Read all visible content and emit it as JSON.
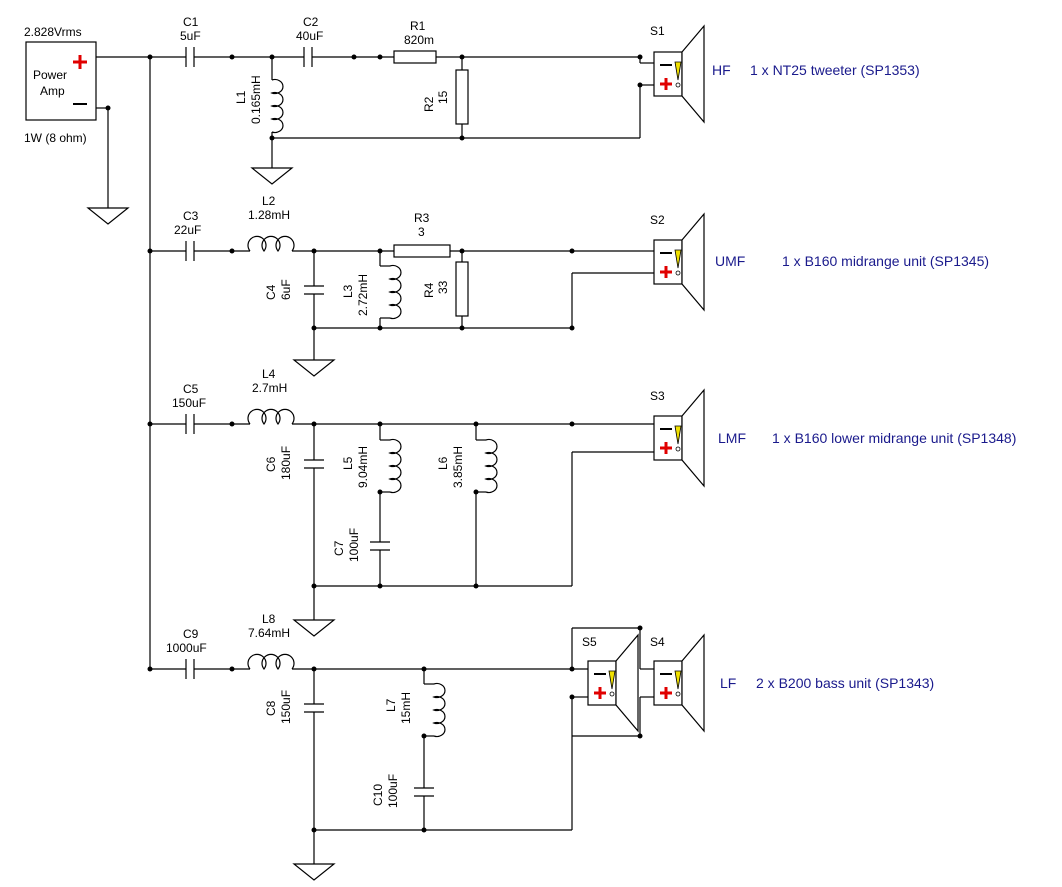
{
  "source": {
    "voltage": "2.828Vrms",
    "name_line1": "Power",
    "name_line2": "Amp",
    "plus": "+",
    "minus": "−",
    "power": "1W (8 ohm)"
  },
  "components": {
    "C1": {
      "ref": "C1",
      "value": "5uF"
    },
    "C2": {
      "ref": "C2",
      "value": "40uF"
    },
    "R1": {
      "ref": "R1",
      "value": "820m"
    },
    "L1": {
      "ref": "L1",
      "value": "0.165mH"
    },
    "R2": {
      "ref": "R2",
      "value": "15"
    },
    "C3": {
      "ref": "C3",
      "value": "22uF"
    },
    "L2": {
      "ref": "L2",
      "value": "1.28mH"
    },
    "R3": {
      "ref": "R3",
      "value": "3"
    },
    "C4": {
      "ref": "C4",
      "value": "6uF"
    },
    "L3": {
      "ref": "L3",
      "value": "2.72mH"
    },
    "R4": {
      "ref": "R4",
      "value": "33"
    },
    "C5": {
      "ref": "C5",
      "value": "150uF"
    },
    "L4": {
      "ref": "L4",
      "value": "2.7mH"
    },
    "C6": {
      "ref": "C6",
      "value": "180uF"
    },
    "L5": {
      "ref": "L5",
      "value": "9.04mH"
    },
    "L6": {
      "ref": "L6",
      "value": "3.85mH"
    },
    "C7": {
      "ref": "C7",
      "value": "100uF"
    },
    "C9": {
      "ref": "C9",
      "value": "1000uF"
    },
    "L8": {
      "ref": "L8",
      "value": "7.64mH"
    },
    "C8": {
      "ref": "C8",
      "value": "150uF"
    },
    "L7": {
      "ref": "L7",
      "value": "15mH"
    },
    "C10": {
      "ref": "C10",
      "value": "100uF"
    }
  },
  "speakers": {
    "S1": "S1",
    "S2": "S2",
    "S3": "S3",
    "S4": "S4",
    "S5": "S5"
  },
  "bands": [
    {
      "tag": "HF",
      "desc": "1 x NT25 tweeter (SP1353)"
    },
    {
      "tag": "UMF",
      "desc": "1 x B160 midrange unit (SP1345)"
    },
    {
      "tag": "LMF",
      "desc": "1 x B160 lower midrange unit (SP1348)"
    },
    {
      "tag": "LF",
      "desc": "2 x B200 bass unit (SP1343)"
    }
  ],
  "colors": {
    "wire": "#000000",
    "label_blue": "#1a1a8c",
    "plus_red": "#e00000",
    "warn_yellow": "#f0e000"
  }
}
